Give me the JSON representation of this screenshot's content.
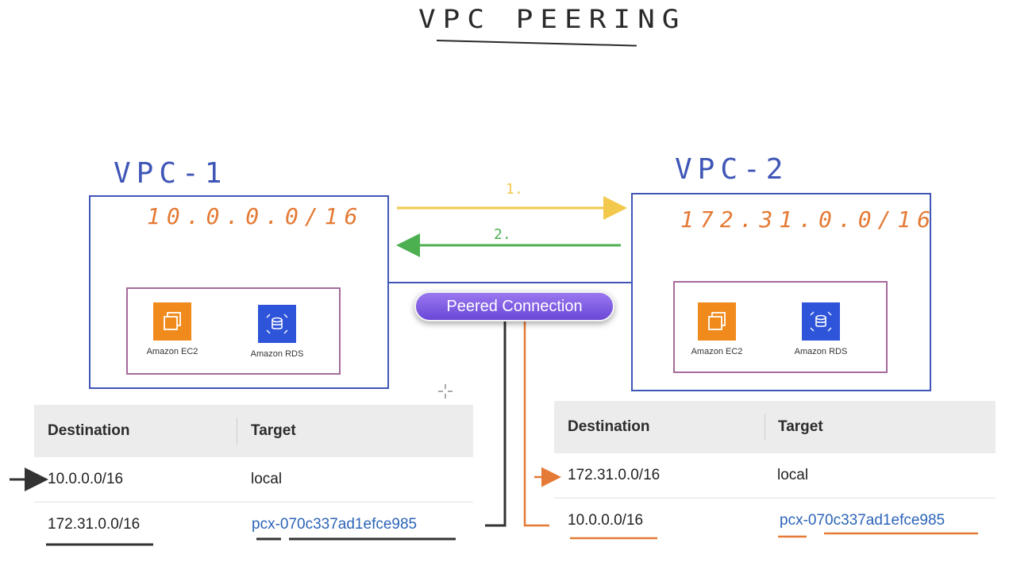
{
  "title": "VPC PEERING",
  "vpcs": [
    {
      "name": "VPC-1",
      "cidr": "10.0.0.0/16",
      "services": [
        {
          "label": "Amazon EC2",
          "icon": "ec2-icon"
        },
        {
          "label": "Amazon RDS",
          "icon": "rds-icon"
        }
      ]
    },
    {
      "name": "VPC-2",
      "cidr": "172.31.0.0/16",
      "services": [
        {
          "label": "Amazon EC2",
          "icon": "ec2-icon"
        },
        {
          "label": "Amazon RDS",
          "icon": "rds-icon"
        }
      ]
    }
  ],
  "steps": [
    "1.",
    "2."
  ],
  "connection": {
    "label": "Peered Connection"
  },
  "route_tables": [
    {
      "headers": [
        "Destination",
        "Target"
      ],
      "rows": [
        [
          "10.0.0.0/16",
          "local"
        ],
        [
          "172.31.0.0/16",
          "pcx-070c337ad1efce985"
        ]
      ]
    },
    {
      "headers": [
        "Destination",
        "Target"
      ],
      "rows": [
        [
          "172.31.0.0/16",
          "local"
        ],
        [
          "10.0.0.0/16",
          "pcx-070c337ad1efce985"
        ]
      ]
    }
  ],
  "colors": {
    "vpc_border": "#3f56b6",
    "subnet_border": "#a56a9c",
    "cidr": "#e47a35",
    "step1_arrow": "#f2c94c",
    "step2_arrow": "#4caf50",
    "pill": "#7b5ce5",
    "link": "#2b63b8"
  }
}
